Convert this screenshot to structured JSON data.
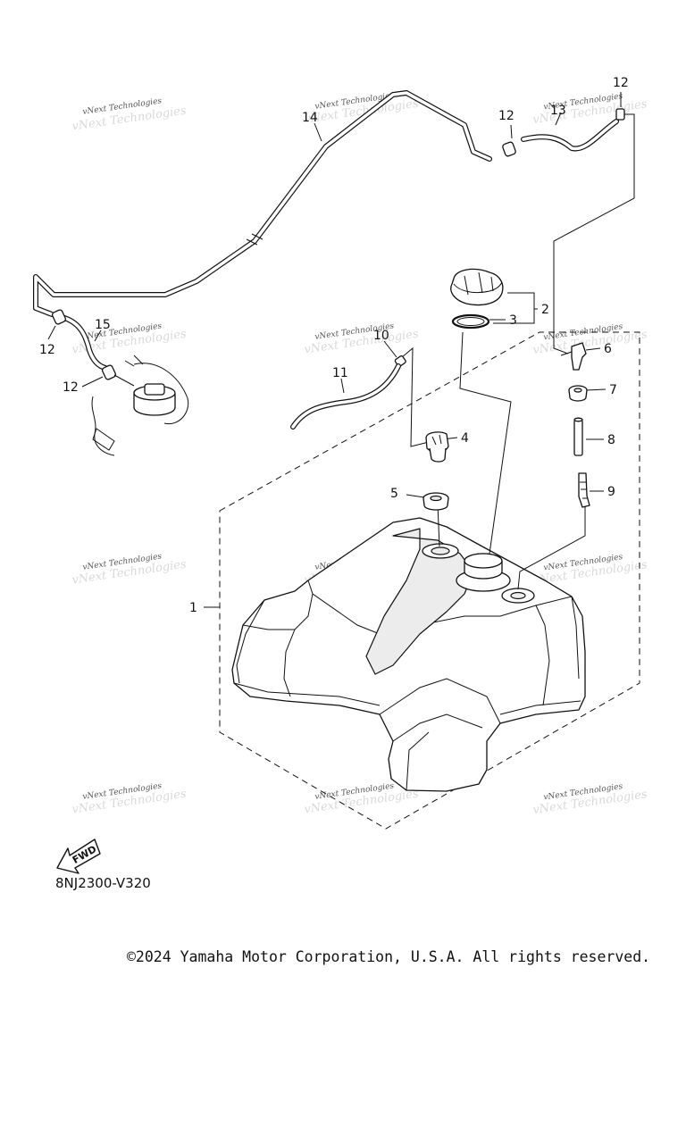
{
  "diagram": {
    "callouts": [
      {
        "id": "c1",
        "text": "1"
      },
      {
        "id": "c2",
        "text": "2"
      },
      {
        "id": "c3",
        "text": "3"
      },
      {
        "id": "c4",
        "text": "4"
      },
      {
        "id": "c5",
        "text": "5"
      },
      {
        "id": "c6",
        "text": "6"
      },
      {
        "id": "c7",
        "text": "7"
      },
      {
        "id": "c8",
        "text": "8"
      },
      {
        "id": "c9",
        "text": "9"
      },
      {
        "id": "c10",
        "text": "10"
      },
      {
        "id": "c11",
        "text": "11"
      },
      {
        "id": "c12a",
        "text": "12"
      },
      {
        "id": "c12b",
        "text": "12"
      },
      {
        "id": "c12c",
        "text": "12"
      },
      {
        "id": "c12d",
        "text": "12"
      },
      {
        "id": "c13",
        "text": "13"
      },
      {
        "id": "c14",
        "text": "14"
      },
      {
        "id": "c15",
        "text": "15"
      }
    ],
    "watermark_text": "vNext Technologies",
    "fwd_label": "FWD",
    "part_code": "8NJ2300-V320"
  },
  "footer": {
    "copyright": "©2024 Yamaha Motor Corporation, U.S.A. All rights reserved."
  }
}
